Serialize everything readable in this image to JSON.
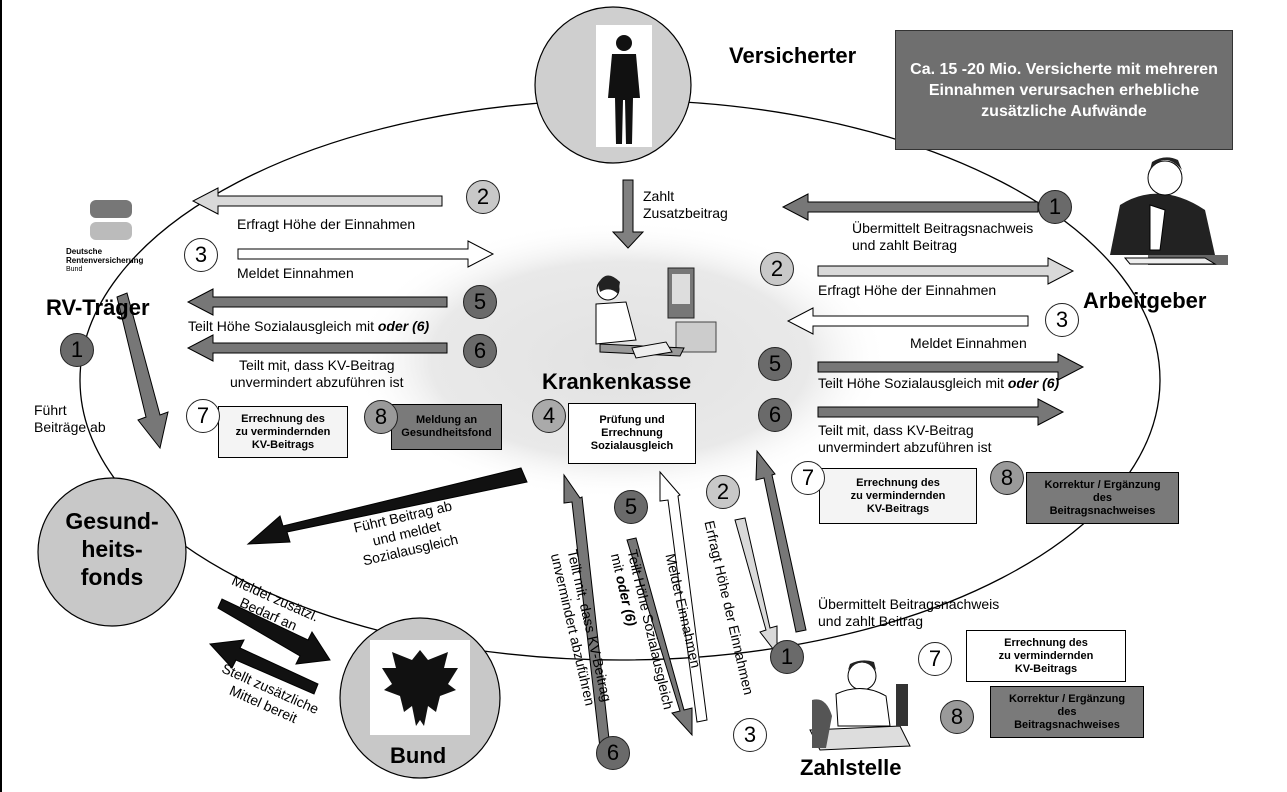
{
  "nodes": {
    "versicherter": "Versicherter",
    "arbeitgeber": "Arbeitgeber",
    "rv_traeger": "RV-Träger",
    "krankenkasse": "Krankenkasse",
    "gesundheitsfonds": "Gesund-\nheits-\nfonds",
    "bund": "Bund",
    "zahlstelle": "Zahlstelle",
    "drv_logo_text": "Deutsche Rentenversicherung",
    "drv_logo_sub": "Bund"
  },
  "note": "Ca. 15 -20 Mio. Versicherte mit mehreren Einnahmen verursachen erhebliche zusätzliche Aufwände",
  "labels": {
    "zahlt_zusatzbeitrag": "Zahlt\nZusatzbeitrag",
    "rv_erfragt": "Erfragt Höhe der Einnahmen",
    "rv_meldet": "Meldet Einnahmen",
    "rv_teilt_hoehe_pre": "Teilt Höhe Sozialausgleich mit ",
    "oder6": "oder (6)",
    "rv_teilt_mit": "Teilt mit, dass KV-Beitrag\nunvermindert abzuführen ist",
    "fuehrt_beitraege": "Führt\nBeiträge ab",
    "ag_uebermittelt": "Übermittelt Beitragsnachweis\nund zahlt Beitrag",
    "ag_erfragt": "Erfragt Höhe der Einnahmen",
    "ag_meldet": "Meldet Einnahmen",
    "ag_teilt_hoehe_pre": "Teilt Höhe Sozialausgleich mit ",
    "ag_teilt_mit": "Teilt mit, dass KV-Beitrag\nunvermindert abzuführen ist",
    "kk_fuehrt": "Führt Beitrag ab\nund meldet\nSozialausgleich",
    "gf_meldet": "Meldet zusätzl.\nBedarf an",
    "gf_stellt": "Stellt zusätzliche\nMittel bereit",
    "zs_uebermittelt": "Übermittelt Beitragsnachweis\nund zahlt Beitrag",
    "v_erfragt": "Erfragt Höhe der Einnahmen",
    "v_meldet": "Meldet Einnahmen",
    "v_teilt_hoehe": "Teilt Höhe Sozialausgleich\nmit ",
    "v_teilt_mit": "Teilt mit, dass KV-Beitrag\nunvermindert abzuführen"
  },
  "boxes": {
    "rv_errechnung": "Errechnung des\nzu vermindernden\nKV-Beitrags",
    "rv_meldung": "Meldung  an\nGesundheitsfond",
    "kk_pruefung": "Prüfung und\nErrechnung\nSozialausgleich",
    "ag_errechnung": "Errechnung des\nzu vermindernden\nKV-Beitrags",
    "ag_korrektur": "Korrektur / Ergänzung\ndes\nBeitragsnachweises",
    "zs_errechnung": "Errechnung des\nzu vermindernden\nKV-Beitrags",
    "zs_korrektur": "Korrektur / Ergänzung\ndes\nBeitragsnachweises"
  },
  "steps": {
    "s1": "1",
    "s2": "2",
    "s3": "3",
    "s4": "4",
    "s5": "5",
    "s6": "6",
    "s7": "7",
    "s8": "8"
  }
}
